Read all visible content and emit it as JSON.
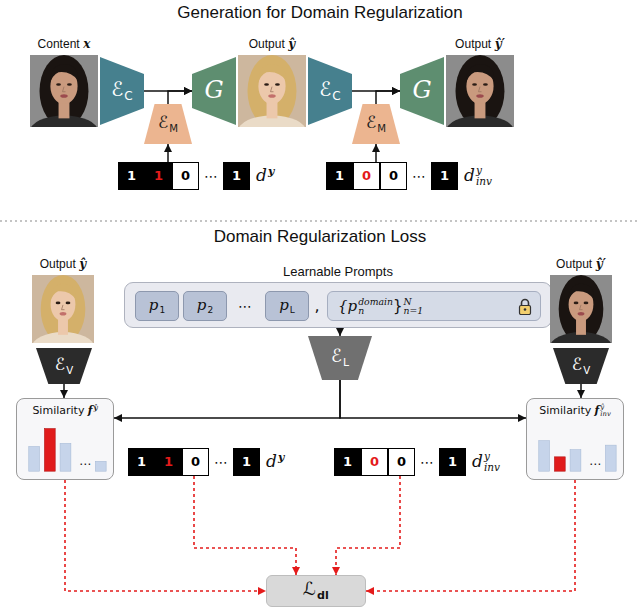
{
  "diagram": {
    "title": "Generation for Domain Regularization",
    "nodes": [
      {
        "text": [
          "Content",
          "x"
        ]
      },
      {
        "text": [
          "ℰ",
          "C"
        ]
      },
      {
        "text": [
          "ℰ",
          "M"
        ]
      },
      {
        "text": [
          "G"
        ]
      },
      {
        "text": [
          "Output",
          "ŷ"
        ]
      },
      {
        "text": [
          "ℰ",
          "C"
        ]
      },
      {
        "text": [
          "ℰ",
          "M"
        ]
      },
      {
        "text": [
          "G"
        ]
      },
      {
        "text": [
          "Output",
          "ŷ′"
        ]
      },
      {
        "text": [
          "d",
          "y"
        ]
      },
      {
        "text": [
          "1"
        ],
        "in": 9
      },
      {
        "text": [
          "1"
        ],
        "in": 9
      },
      {
        "text": [
          "0"
        ],
        "in": 9
      },
      {
        "text": [
          "1"
        ],
        "in": 9
      },
      {
        "text": [
          "d",
          "y",
          "inv"
        ]
      },
      {
        "text": [
          "1"
        ],
        "in": 14
      },
      {
        "text": [
          "0"
        ],
        "in": 14
      },
      {
        "text": [
          "0"
        ],
        "in": 14
      },
      {
        "text": [
          "1"
        ],
        "in": 14
      },
      {
        "text": [
          "Output",
          "ŷ"
        ]
      },
      {
        "text": [
          "ℰ",
          "V"
        ]
      },
      {
        "text": [
          "Similarity",
          "f",
          "ŷ"
        ]
      },
      {
        "text": [
          "Learnable Prompts"
        ]
      },
      {
        "text": [
          "p",
          "1"
        ],
        "in": 22
      },
      {
        "text": [
          "p",
          "2"
        ],
        "in": 22
      },
      {
        "text": [
          "p",
          "L"
        ],
        "in": 22
      },
      {
        "text": [
          "{p",
          "domain",
          "n",
          "}",
          "N",
          "n=1"
        ],
        "in": 22
      },
      {
        "text": [
          "ℰ",
          "L"
        ]
      },
      {
        "text": [
          "Output",
          "ŷ′"
        ]
      },
      {
        "text": [
          "ℰ",
          "V"
        ]
      },
      {
        "text": [
          "Similarity",
          "f",
          "ŷ",
          "inv"
        ]
      },
      {
        "text": [
          "d",
          "y"
        ]
      },
      {
        "text": [
          "1"
        ],
        "in": 31
      },
      {
        "text": [
          "1"
        ],
        "in": 31
      },
      {
        "text": [
          "0"
        ],
        "in": 31
      },
      {
        "text": [
          "1"
        ],
        "in": 31
      },
      {
        "text": [
          "d",
          "y",
          "inv"
        ]
      },
      {
        "text": [
          "1"
        ],
        "in": 36
      },
      {
        "text": [
          "0"
        ],
        "in": 36
      },
      {
        "text": [
          "0"
        ],
        "in": 36
      },
      {
        "text": [
          "1"
        ],
        "in": 36
      },
      {
        "text": [
          "ℒ",
          "dl"
        ]
      }
    ],
    "edges": [
      {
        "from": 1,
        "to": 3,
        "arrow": "to"
      },
      {
        "from": 2,
        "to": 3,
        "arrow": "to"
      },
      {
        "from": 9,
        "to": 2,
        "arrow": "to"
      },
      {
        "from": 5,
        "to": 7,
        "arrow": "to"
      },
      {
        "from": 6,
        "to": 7,
        "arrow": "to"
      },
      {
        "from": 14,
        "to": 6,
        "arrow": "to"
      },
      {
        "from": 20,
        "to": 21,
        "arrow": "to"
      },
      {
        "from": 22,
        "to": 27,
        "arrow": "to"
      },
      {
        "from": 27,
        "to": 21,
        "arrow": "to"
      },
      {
        "from": 27,
        "to": 30,
        "arrow": "to"
      },
      {
        "from": 29,
        "to": 30,
        "arrow": "to"
      },
      {
        "from": 21,
        "to": 41,
        "arrow": "to"
      },
      {
        "from": 31,
        "to": 41,
        "arrow": "to"
      },
      {
        "from": 36,
        "to": 41,
        "arrow": "to"
      },
      {
        "from": 30,
        "to": 41,
        "arrow": "to"
      }
    ],
    "labels": [
      "Domain Regularization Loss",
      "⋯",
      "⋯",
      "⋯",
      "⋯",
      "⋯",
      ",",
      "⋯",
      "⋯"
    ]
  }
}
